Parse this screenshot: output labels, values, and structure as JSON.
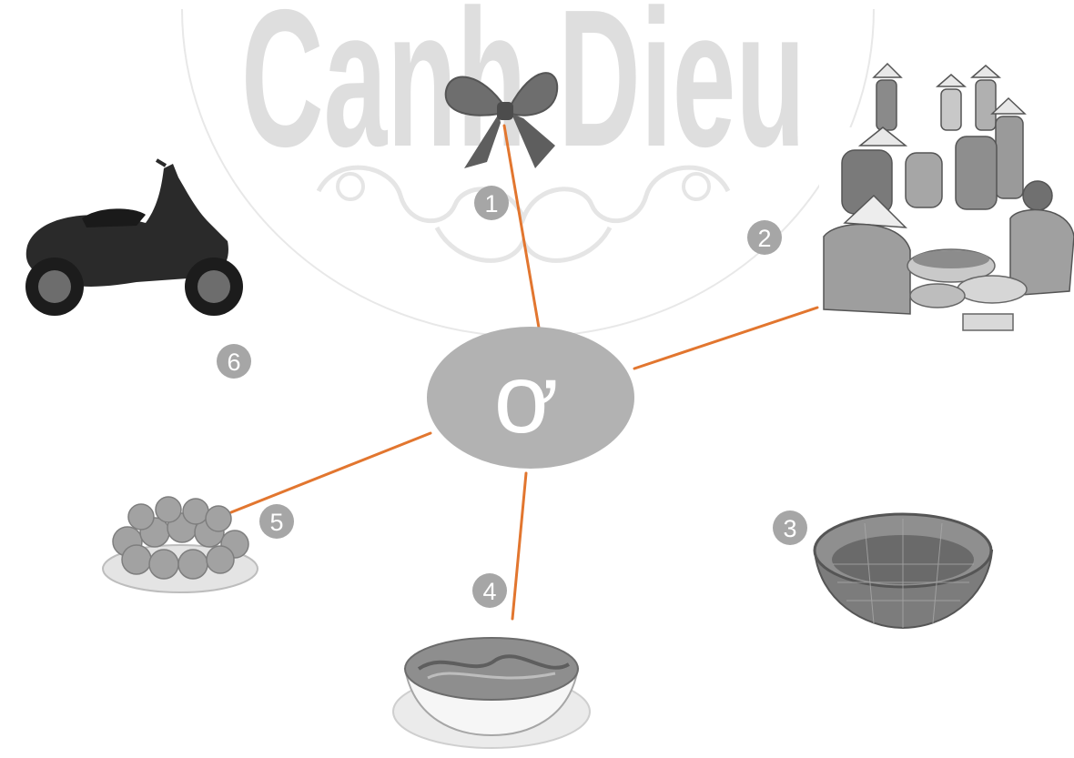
{
  "watermark": {
    "text": "Canh Dieu"
  },
  "center": {
    "letter": "ơ",
    "fill": "#b2b2b2"
  },
  "connector_color": "#e2762f",
  "number_badge_color": "#a6a6a6",
  "items": [
    {
      "id": "1",
      "number": "1",
      "icon": "bow-icon",
      "connected": true
    },
    {
      "id": "2",
      "number": "2",
      "icon": "market-people-icon",
      "connected": true
    },
    {
      "id": "3",
      "number": "3",
      "icon": "basket-icon",
      "connected": false
    },
    {
      "id": "4",
      "number": "4",
      "icon": "noodle-bowl-icon",
      "connected": true
    },
    {
      "id": "5",
      "number": "5",
      "icon": "fruit-plate-icon",
      "connected": true
    },
    {
      "id": "6",
      "number": "6",
      "icon": "scooter-icon",
      "connected": false
    }
  ]
}
